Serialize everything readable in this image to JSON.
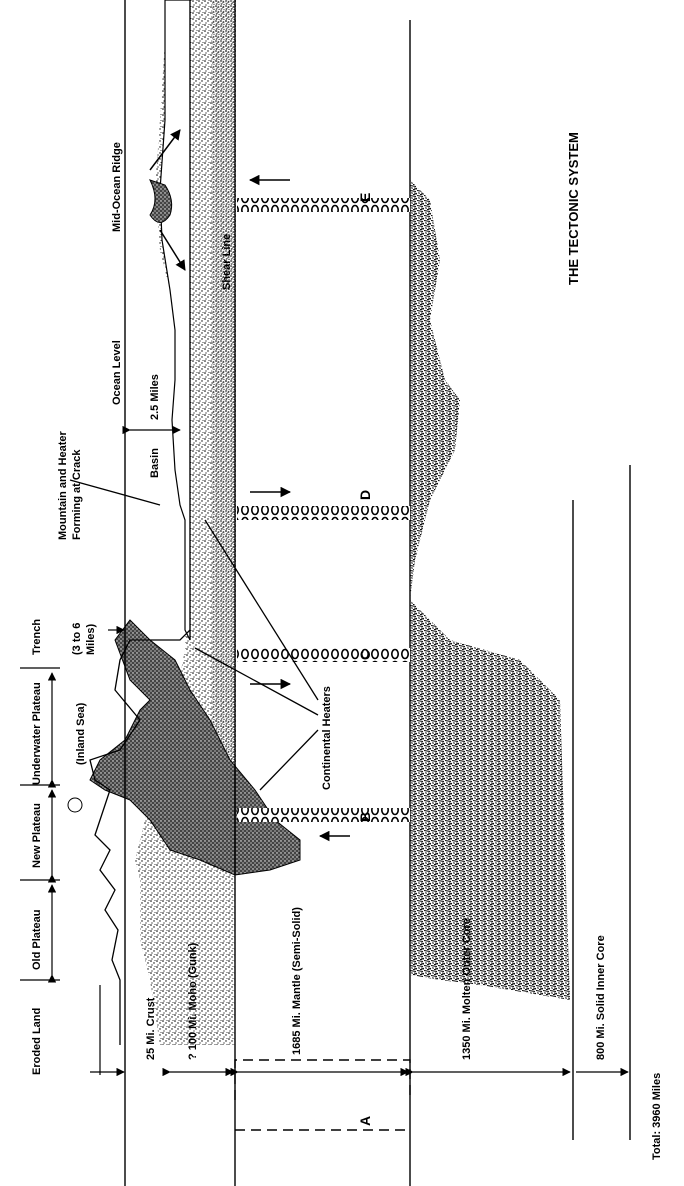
{
  "title": "THE TECTONIC SYSTEM",
  "total": "Total: 3960 Miles",
  "layers": {
    "crust": "25 Mi. Crust",
    "moho": "? 100 Mi. Moho (Gunk)",
    "mantle": "1685 Mi. Mantle (Semi-Solid)",
    "outer_core": "1350 Mi. Molten Outer Core",
    "inner_core": "800 Mi. Solid Inner Core"
  },
  "regions": {
    "eroded_land": "Eroded Land",
    "old_plateau": "Old Plateau",
    "new_plateau": "New Plateau",
    "underwater_plateau": "Underwater Plateau",
    "inland_sea": "(Inland Sea)",
    "trench": "Trench",
    "trench_depth": "(3 to 6",
    "trench_depth2": "Miles)"
  },
  "annotations": {
    "continental_heaters": "Continental Heaters",
    "mountain_line1": "Mountain and Heater",
    "mountain_line2": "Forming at Crack",
    "basin": "Basin",
    "basin_depth": "2.5 Miles",
    "ocean_level": "Ocean Level",
    "shear_line": "Shear Line",
    "mid_ocean_ridge": "Mid-Ocean Ridge"
  },
  "plumes": [
    "A",
    "B",
    "C",
    "D",
    "E"
  ]
}
